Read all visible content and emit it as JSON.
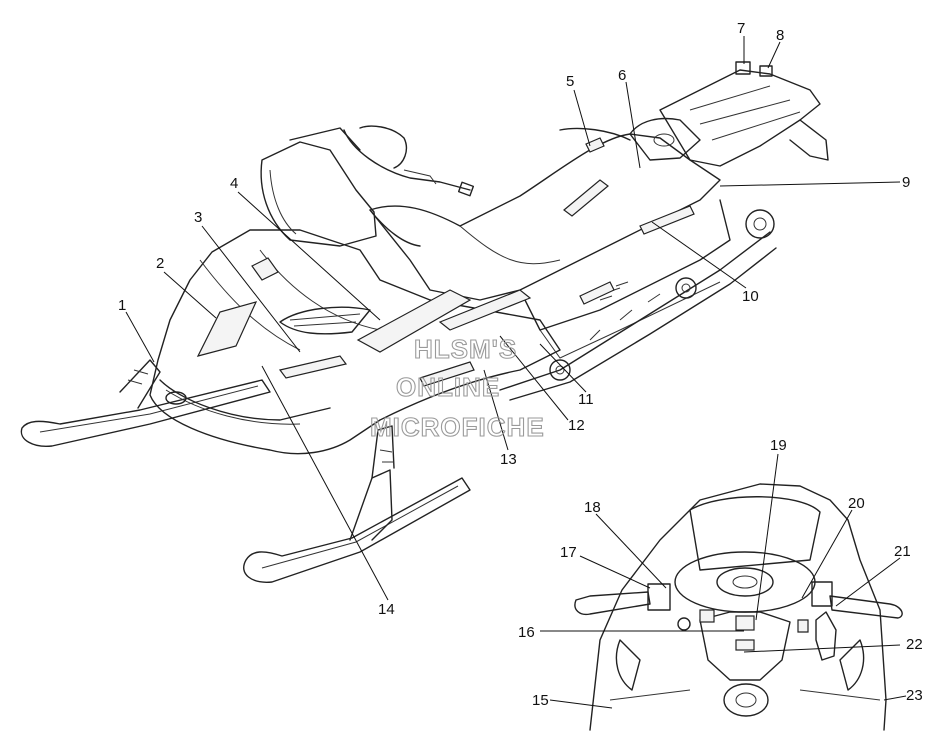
{
  "watermark": {
    "line1": "HLSM'S",
    "line2": "ONLINE",
    "line3": "MICROFICHE"
  },
  "callouts": [
    {
      "id": "c1",
      "label": "1"
    },
    {
      "id": "c2",
      "label": "2"
    },
    {
      "id": "c3",
      "label": "3"
    },
    {
      "id": "c4",
      "label": "4"
    },
    {
      "id": "c5",
      "label": "5"
    },
    {
      "id": "c6",
      "label": "6"
    },
    {
      "id": "c7",
      "label": "7"
    },
    {
      "id": "c8",
      "label": "8"
    },
    {
      "id": "c9",
      "label": "9"
    },
    {
      "id": "c10",
      "label": "10"
    },
    {
      "id": "c11",
      "label": "11"
    },
    {
      "id": "c12",
      "label": "12"
    },
    {
      "id": "c13",
      "label": "13"
    },
    {
      "id": "c14",
      "label": "14"
    },
    {
      "id": "c15",
      "label": "15"
    },
    {
      "id": "c16",
      "label": "16"
    },
    {
      "id": "c17",
      "label": "17"
    },
    {
      "id": "c18",
      "label": "18"
    },
    {
      "id": "c19",
      "label": "19"
    },
    {
      "id": "c20",
      "label": "20"
    },
    {
      "id": "c21",
      "label": "21"
    },
    {
      "id": "c22",
      "label": "22"
    },
    {
      "id": "c23",
      "label": "23"
    }
  ]
}
